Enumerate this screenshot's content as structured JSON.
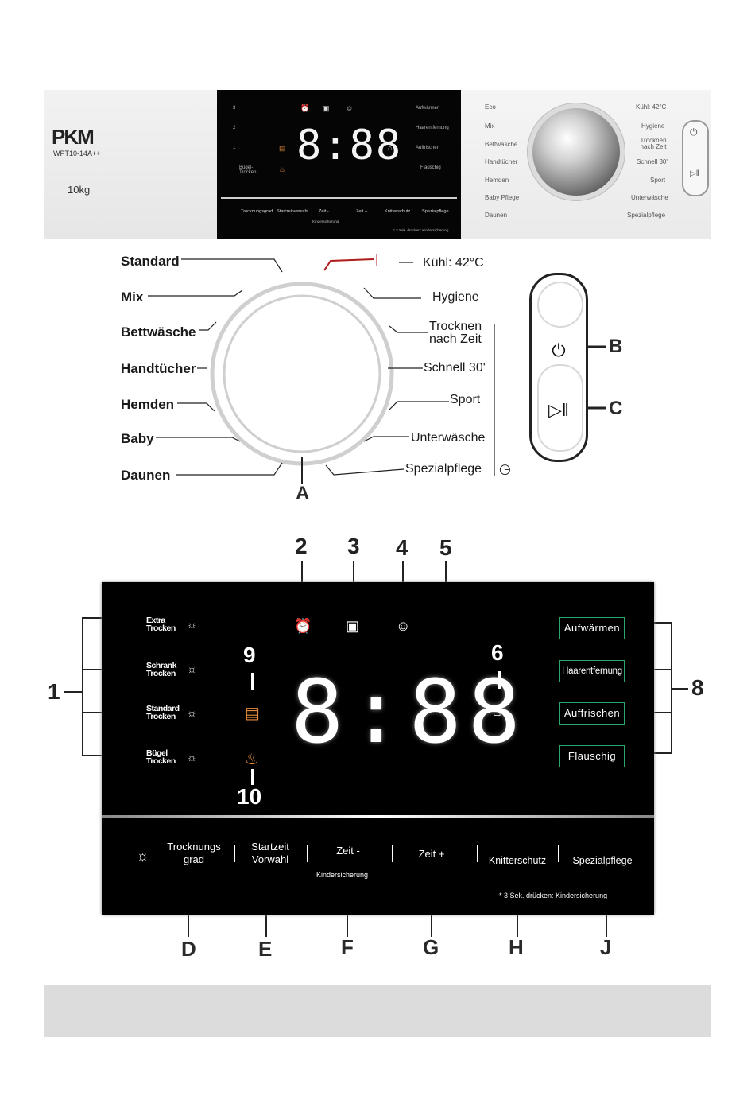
{
  "strip": {
    "brand": "PKM",
    "model": "WPT10-14A++",
    "capacity": "10kg",
    "mid": {
      "opts": [
        "3",
        "2",
        "1",
        "Bügel-\nTrocken"
      ],
      "right_opts": [
        "Aufwärmen",
        "Haarentfernung",
        "Auffrischen",
        "Flauschig"
      ],
      "digits": "8:88",
      "buttons": [
        "Trocknungsgrad",
        "Startzeitvorwahl",
        "Zeit -",
        "Zeit +",
        "Knitterschutz",
        "Spezialpflege"
      ],
      "small_child": "Kindersicherung",
      "small_note": "* 3 Sek. drücken: Kindersicherung"
    },
    "right": {
      "left_labels": [
        "Eco",
        "Mix",
        "Bettwäsche",
        "Handtücher",
        "Hemden",
        "Baby Pflege",
        "Daunen"
      ],
      "right_labels": [
        "Kühl: 42°C",
        "Hygiene",
        "Trocknen nach Zeit",
        "Schnell 30'",
        "Sport",
        "Unterwäsche",
        "Spezialpflege"
      ]
    }
  },
  "dial": {
    "left_labels": [
      "Standard",
      "Mix",
      "Bettwäsche",
      "Handtücher",
      "Hemden",
      "Baby",
      "Daunen"
    ],
    "right_labels": [
      "Kühl: 42°C",
      "Hygiene",
      "Trocknen",
      "nach Zeit",
      "Schnell 30'",
      "Sport",
      "Unterwäsche",
      "Spezialpflege"
    ],
    "letters": {
      "a": "A",
      "b": "B",
      "c": "C"
    }
  },
  "display": {
    "options": [
      {
        "line1": "Extra",
        "line2": "Trocken"
      },
      {
        "line1": "Schrank",
        "line2": "Trocken"
      },
      {
        "line1": "Standard",
        "line2": "Trocken"
      },
      {
        "line1": "Bügel",
        "line2": "Trocken"
      }
    ],
    "digits": "8:88",
    "right_buttons": [
      "Aufwärmen",
      "Haarentfernung",
      "Auffrischen",
      "Flauschig"
    ],
    "bottom_buttons": {
      "d1": "Trocknungs",
      "d2": "grad",
      "e1": "Startzeit",
      "e2": "Vorwahl",
      "f": "Zeit -",
      "g": "Zeit +",
      "h": "Knitterschutz",
      "j": "Spezialpflege"
    },
    "child_lock": "Kindersicherung",
    "note": "* 3 Sek. drücken: Kindersicherung"
  },
  "callouts": {
    "top": [
      "2",
      "3",
      "4",
      "5"
    ],
    "side_left": "1",
    "side_right": "8",
    "n6": "6",
    "n9": "9",
    "n10": "10",
    "bottom": [
      "D",
      "E",
      "F",
      "G",
      "H",
      "J"
    ]
  },
  "colors": {
    "accent_green": "#29a66a",
    "accent_orange": "#e58a3a",
    "accent_red": "#b01c1c"
  }
}
